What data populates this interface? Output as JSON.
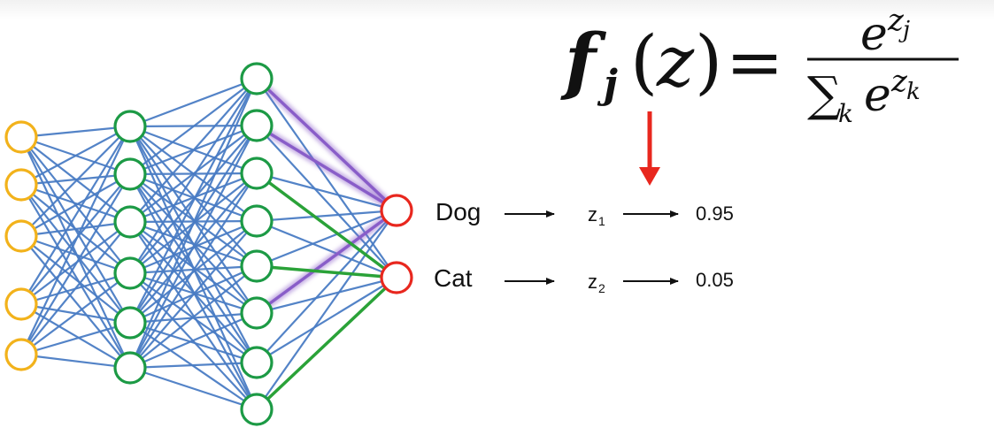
{
  "formula": {
    "f": "f",
    "j_sub": "j",
    "lparen": "(",
    "z": "z",
    "rparen": ")",
    "equals": "=",
    "numerator_base": "e",
    "numerator_exp": "z",
    "numerator_exp_sub": "j",
    "sigma": "∑",
    "sigma_sub": "k",
    "denominator_base": "e",
    "denominator_exp": "z",
    "denominator_exp_sub": "k"
  },
  "network": {
    "layers": [
      5,
      6,
      8,
      2
    ],
    "layer_colors": [
      "#f2b21b",
      "#1c9a45",
      "#1c9a45",
      "#e8271e"
    ],
    "edge_color": "#4a7cc4",
    "highlight_purple": "#8a5cc8",
    "highlight_green": "#2aa238"
  },
  "outputs": [
    {
      "label": "Dog",
      "z": "z",
      "z_sub": "1",
      "prob": "0.95"
    },
    {
      "label": "Cat",
      "z": "z",
      "z_sub": "2",
      "prob": "0.05"
    }
  ],
  "pointer_color": "#e8271e"
}
